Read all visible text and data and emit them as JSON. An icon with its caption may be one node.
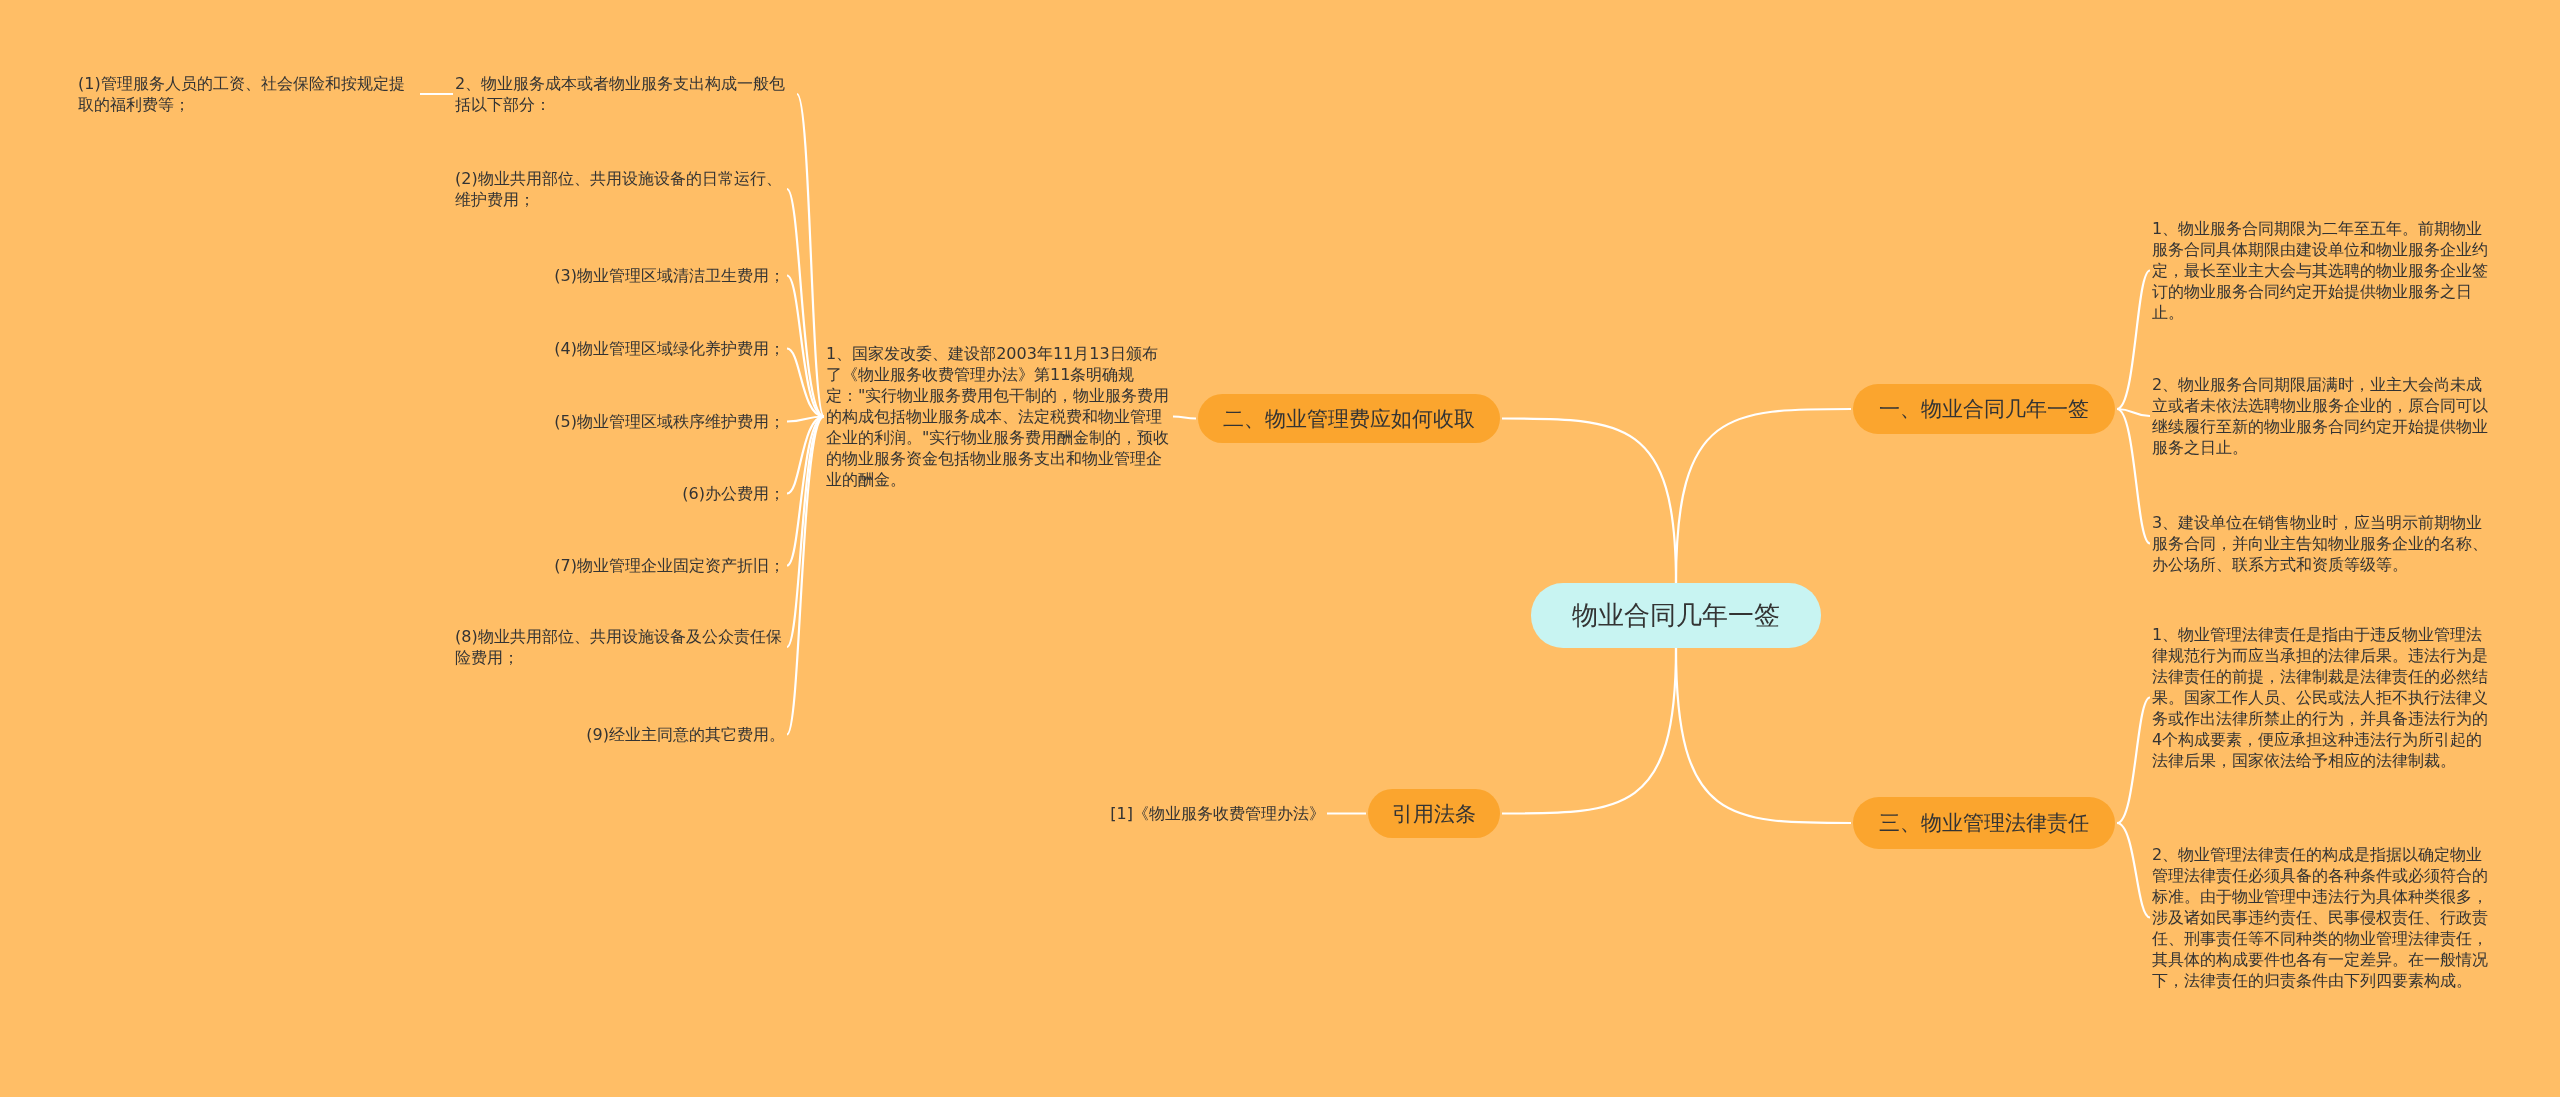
{
  "diagram": {
    "nodes": [
      {
        "text": [
          "物业合同几年一签"
        ]
      },
      {
        "text": [
          "一、物业合同几年一签"
        ]
      },
      {
        "text": [
          "1、物业服务合同期限为二年至五年。前期物业服务合同具体期限由建设单位和物业服务企业约定，最长至业主大会与其选聘的物业服务企业签订的物业服务合同约定开始提供物业服务之日止。"
        ]
      },
      {
        "text": [
          "2、物业服务合同期限届满时，业主大会尚未成立或者未依法选聘物业服务企业的，原合同可以继续履行至新的物业服务合同约定开始提供物业服务之日止。"
        ]
      },
      {
        "text": [
          "3、建设单位在销售物业时，应当明示前期物业服务合同，并向业主告知物业服务企业的名称、办公场所、联系方式和资质等级等。"
        ]
      },
      {
        "text": [
          "三、物业管理法律责任"
        ]
      },
      {
        "text": [
          "1、物业管理法律责任是指由于违反物业管理法律规范行为而应当承担的法律后果。违法行为是法律责任的前提，法律制裁是法律责任的必然结果。国家工作人员、公民或法人拒不执行法律义务或作出法律所禁止的行为，并具备违法行为的4个构成要素，便应承担这种违法行为所引起的法律后果，国家依法给予相应的法律制裁。"
        ]
      },
      {
        "text": [
          "2、物业管理法律责任的构成是指据以确定物业管理法律责任必须具备的各种条件或必须符合的标准。由于物业管理中违法行为具体种类很多，涉及诸如民事违约责任、民事侵权责任、行政责任、刑事责任等不同种类的物业管理法律责任，其具体的构成要件也各有一定差异。在一般情况下，法律责任的归责条件由下列四要素构成。"
        ]
      },
      {
        "text": [
          "二、物业管理费应如何收取"
        ]
      },
      {
        "text": [
          "1、国家发改委、建设部2003年11月13日颁布了《物业服务收费管理办法》第11条明确规定：\"实行物业服务费用包干制的，物业服务费用的构成包括物业服务成本、法定税费和物业管理企业的利润。\"实行物业服务费用酬金制的，预收的物业服务资金包括物业服务支出和物业管理企业的酬金。"
        ]
      },
      {
        "text": [
          "2、物业服务成本或者物业服务支出构成一般包括以下部分："
        ]
      },
      {
        "text": [
          "(1)管理服务人员的工资、社会保险和按规定提取的福利费等；"
        ]
      },
      {
        "text": [
          "(2)物业共用部位、共用设施设备的日常运行、维护费用；"
        ]
      },
      {
        "text": [
          "(3)物业管理区域清洁卫生费用；"
        ]
      },
      {
        "text": [
          "(4)物业管理区域绿化养护费用；"
        ]
      },
      {
        "text": [
          "(5)物业管理区域秩序维护费用；"
        ]
      },
      {
        "text": [
          "(6)办公费用；"
        ]
      },
      {
        "text": [
          "(7)物业管理企业固定资产折旧；"
        ]
      },
      {
        "text": [
          "(8)物业共用部位、共用设施设备及公众责任保险费用；"
        ]
      },
      {
        "text": [
          "(9)经业主同意的其它费用。"
        ]
      },
      {
        "text": [
          "引用法条"
        ]
      },
      {
        "text": [
          "[1]《物业服务收费管理办法》"
        ]
      }
    ],
    "edges": [
      {
        "from": 0,
        "to": 1,
        "arrow": "none"
      },
      {
        "from": 1,
        "to": 2,
        "arrow": "none"
      },
      {
        "from": 1,
        "to": 3,
        "arrow": "none"
      },
      {
        "from": 1,
        "to": 4,
        "arrow": "none"
      },
      {
        "from": 0,
        "to": 5,
        "arrow": "none"
      },
      {
        "from": 5,
        "to": 6,
        "arrow": "none"
      },
      {
        "from": 5,
        "to": 7,
        "arrow": "none"
      },
      {
        "from": 0,
        "to": 8,
        "arrow": "none"
      },
      {
        "from": 8,
        "to": 9,
        "arrow": "none"
      },
      {
        "from": 9,
        "to": 10,
        "arrow": "none"
      },
      {
        "from": 10,
        "to": 11,
        "arrow": "none"
      },
      {
        "from": 9,
        "to": 12,
        "arrow": "none"
      },
      {
        "from": 9,
        "to": 13,
        "arrow": "none"
      },
      {
        "from": 9,
        "to": 14,
        "arrow": "none"
      },
      {
        "from": 9,
        "to": 15,
        "arrow": "none"
      },
      {
        "from": 9,
        "to": 16,
        "arrow": "none"
      },
      {
        "from": 9,
        "to": 17,
        "arrow": "none"
      },
      {
        "from": 9,
        "to": 18,
        "arrow": "none"
      },
      {
        "from": 9,
        "to": 19,
        "arrow": "none"
      },
      {
        "from": 0,
        "to": 20,
        "arrow": "none"
      },
      {
        "from": 20,
        "to": 21,
        "arrow": "none"
      }
    ]
  }
}
